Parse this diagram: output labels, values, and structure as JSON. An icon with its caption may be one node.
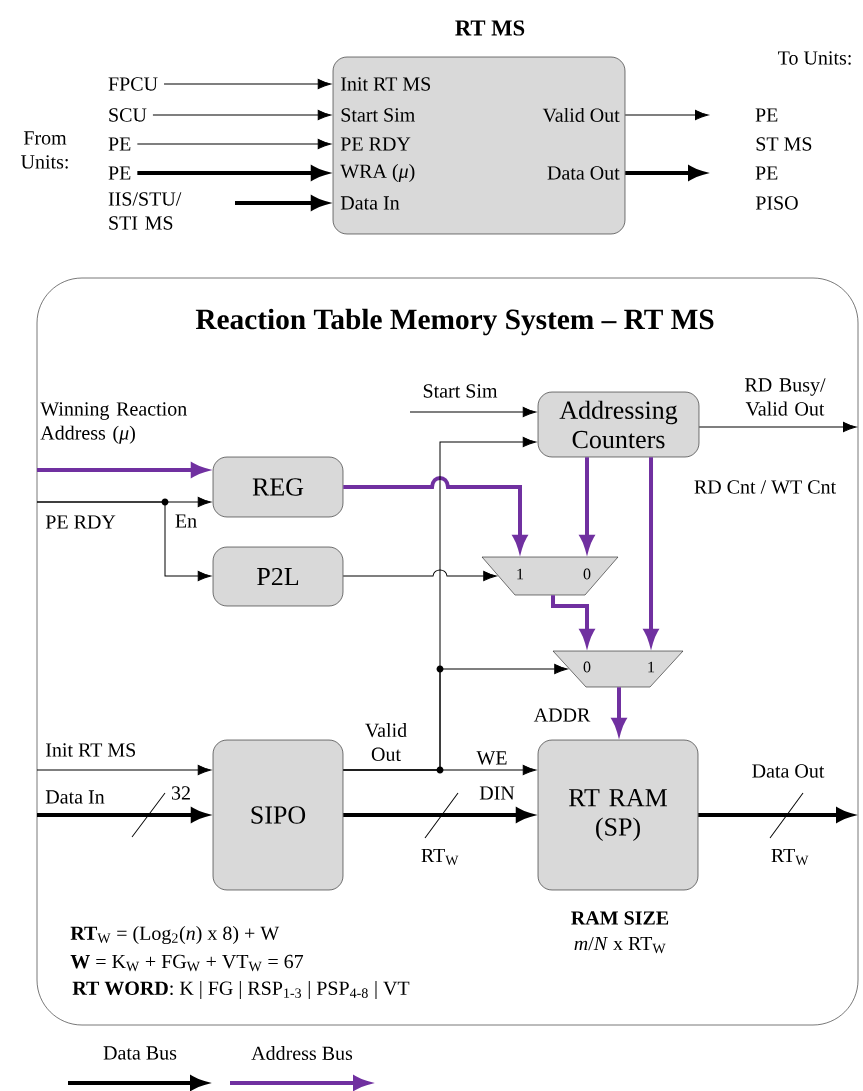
{
  "diagram": {
    "nodes": [
      {
        "text": [
          "RT MS",
          "Init RT MS",
          "Start Sim",
          "PE RDY",
          "WRA (*μ*)",
          "Data In",
          "Valid Out",
          "Data Out"
        ]
      },
      {
        "text": [
          "FPCU"
        ]
      },
      {
        "text": [
          "SCU"
        ]
      },
      {
        "text": [
          "PE"
        ]
      },
      {
        "text": [
          "PE"
        ]
      },
      {
        "text": [
          "IIS/STU/ STI MS"
        ]
      },
      {
        "text": [
          "PE"
        ]
      },
      {
        "text": [
          "PE"
        ]
      },
      {
        "text": [
          "Reaction Table Memory System – RT MS"
        ]
      },
      {
        "text": [
          "Addressing Counters"
        ],
        "in": 8
      },
      {
        "text": [
          "REG"
        ],
        "in": 8
      },
      {
        "text": [
          "P2L"
        ],
        "in": 8
      },
      {
        "text": [
          "1",
          "0"
        ],
        "in": 8
      },
      {
        "text": [
          "0",
          "1"
        ],
        "in": 8
      },
      {
        "text": [
          "SIPO"
        ],
        "in": 8
      },
      {
        "text": [
          "RT RAM (SP)"
        ],
        "in": 8,
        "beside": [
          "RAM SIZE",
          "*m*/*N* x RT$_{W}$"
        ]
      }
    ],
    "edges": [
      {
        "from": 1,
        "to": 0,
        "arrow": "to"
      },
      {
        "from": 2,
        "to": 0,
        "arrow": "to"
      },
      {
        "from": 3,
        "to": 0,
        "arrow": "to"
      },
      {
        "from": 4,
        "to": 0,
        "arrow": "to",
        "style": "thick"
      },
      {
        "from": 5,
        "to": 0,
        "arrow": "to",
        "style": "thick"
      },
      {
        "from": 0,
        "to": 6,
        "arrow": "to"
      },
      {
        "from": 0,
        "to": 7,
        "arrow": "to",
        "style": "thick"
      },
      {
        "from": null,
        "to": 10,
        "arrow": "to",
        "label": "Winning Reaction Address (*μ*)",
        "style": "thick",
        "color": "#7030a0"
      },
      {
        "from": null,
        "to": 10,
        "arrow": "to",
        "label": "PE RDY"
      },
      {
        "from": null,
        "to": 11,
        "arrow": "to"
      },
      {
        "from": null,
        "to": 9,
        "arrow": "to",
        "label": "Start Sim"
      },
      {
        "from": 9,
        "to": null,
        "arrow": "to",
        "label": "RD Busy/ Valid Out"
      },
      {
        "from": 10,
        "to": 12,
        "arrow": "to",
        "style": "thick",
        "color": "#7030a0"
      },
      {
        "from": 9,
        "to": 12,
        "arrow": "to",
        "style": "thick",
        "color": "#7030a0"
      },
      {
        "from": 11,
        "to": 12,
        "arrow": "to"
      },
      {
        "from": 12,
        "to": 13,
        "arrow": "to",
        "style": "thick",
        "color": "#7030a0"
      },
      {
        "from": 9,
        "to": 13,
        "arrow": "to",
        "style": "thick",
        "color": "#7030a0"
      },
      {
        "from": 14,
        "to": 9,
        "arrow": "to"
      },
      {
        "from": 14,
        "to": 13,
        "arrow": "to"
      },
      {
        "from": 14,
        "to": 15,
        "arrow": "to"
      },
      {
        "from": 13,
        "to": 15,
        "arrow": "to",
        "style": "thick",
        "color": "#7030a0"
      },
      {
        "from": null,
        "to": 14,
        "arrow": "to",
        "label": "Init RT MS"
      },
      {
        "from": null,
        "to": 14,
        "arrow": "to",
        "label": "Data In",
        "style": "thick"
      },
      {
        "from": 14,
        "to": 15,
        "arrow": "to",
        "style": "thick"
      },
      {
        "from": 15,
        "to": null,
        "arrow": "to",
        "label": "Data Out",
        "style": "thick"
      }
    ],
    "labels": [
      "From Units:",
      "To Units:",
      "ST MS",
      "PISO",
      "En",
      "RD Cnt / WT Cnt",
      "Valid Out",
      "WE",
      "ADDR",
      "32",
      "DIN",
      "RT$_{W}$",
      "RT$_{W}$",
      "**RT**$_{W}$ = (Log$_{2}$(*n*) x 8) + W",
      "**W** = K$_{W}$ + FG$_{W}$ + VT$_{W}$ = 67",
      "**RT WORD**: K | FG | RSP$_{1-3}$ | PSP$_{4-8}$ | VT"
    ],
    "legend": [
      {
        "text": "Data Bus"
      },
      {
        "text": "Address Bus"
      }
    ]
  }
}
